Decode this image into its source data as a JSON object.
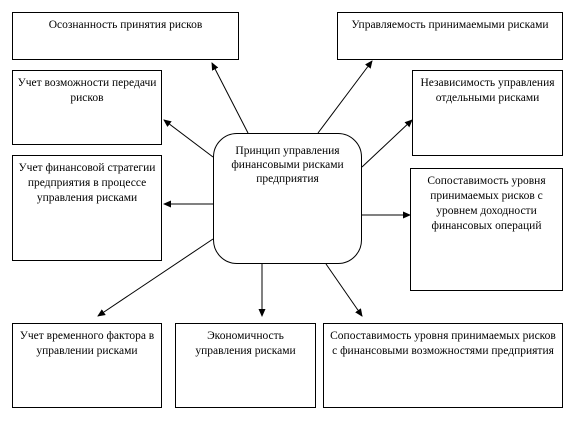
{
  "center": {
    "label": "Принцип управления финансовыми рисками предприятия"
  },
  "boxes": {
    "awareness": "Осознанность принятия рисков",
    "manageability": "Управляемость принимаемыми рисками",
    "risk_transfer": "Учет возможности передачи рисков",
    "independence": "Независимость управления отдельными рисками",
    "financial_strategy": "Учет финансовой стратегии предприятия в процессе управления рисками",
    "comparability_returns": "Сопоставимость уровня принимаемых рисков с уровнем доходности финансовых операций",
    "time_factor": "Учет временного фактора в управлении рисками",
    "economy": "Экономичность управления рисками",
    "comparability_capabilities": "Сопоставимость уровня принимаемых рисков с финансовыми возможностями предприятия"
  }
}
